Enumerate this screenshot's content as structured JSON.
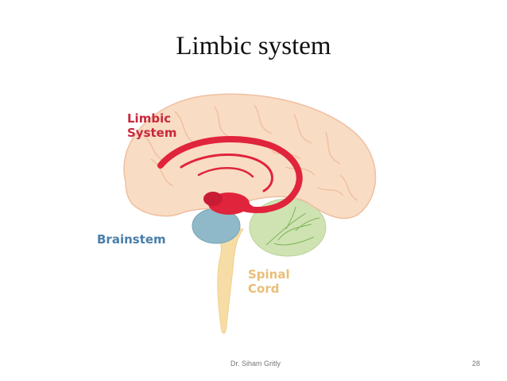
{
  "slide": {
    "title": "Limbic system",
    "footer_author": "Dr. Siham Gritly",
    "slide_number": "28"
  },
  "diagram": {
    "labels": {
      "limbic_line1": "Limbic",
      "limbic_line2": "System",
      "brainstem": "Brainstem",
      "spinal_line1": "Spinal",
      "spinal_line2": "Cord"
    },
    "colors": {
      "cerebrum": "#f9dcc4",
      "cerebrum_stroke": "#efbfa0",
      "limbic": "#e0243c",
      "limbic_label": "#c8283c",
      "brainstem": "#8fb8c8",
      "brainstem_label": "#4a7ea8",
      "cerebellum": "#cfe3b2",
      "spinal_cord": "#f6dda6",
      "spinal_label": "#e8be78"
    }
  }
}
